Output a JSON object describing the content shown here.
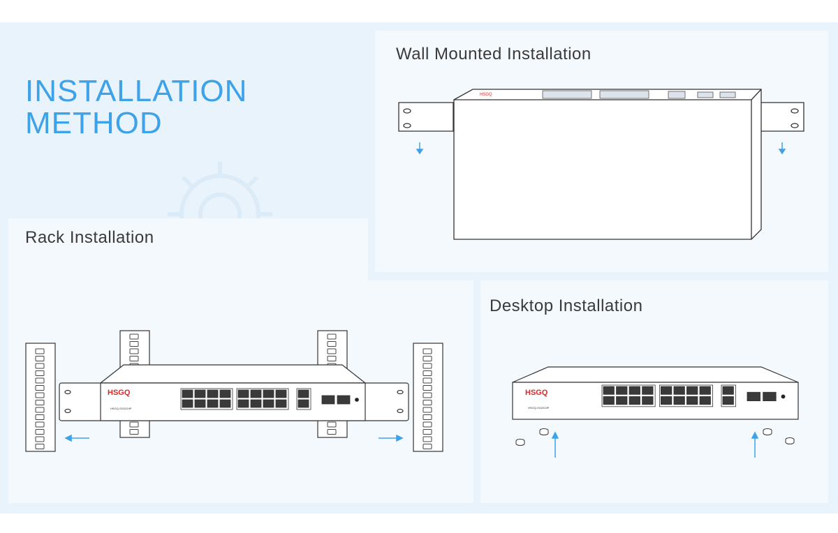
{
  "heading": {
    "line1": "INSTALLATION",
    "line2": "METHOD"
  },
  "sections": {
    "wall": {
      "title": "Wall Mounted Installation"
    },
    "rack": {
      "title": "Rack Installation"
    },
    "desktop": {
      "title": "Desktop Installation"
    }
  },
  "device": {
    "brand": "HSGQ",
    "model": "HSGQ-SG2024P"
  },
  "colors": {
    "accent": "#3ea2e8",
    "brand_red": "#d62a2a",
    "background": "#e9f3fc",
    "panel": "#f4f9fe",
    "line": "#333333"
  }
}
